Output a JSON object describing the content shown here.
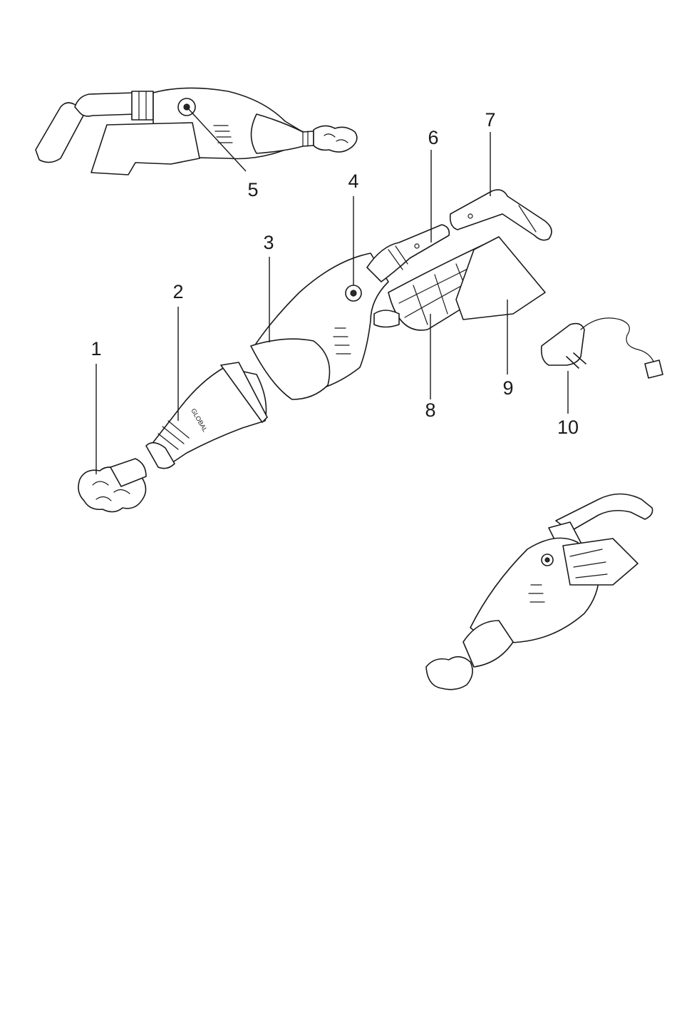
{
  "diagram": {
    "type": "exploded-parts",
    "callouts": [
      "1",
      "2",
      "3",
      "4",
      "5",
      "6",
      "7",
      "8",
      "9",
      "10"
    ]
  },
  "colors": {
    "line": "#1a1a1a",
    "background": "#ffffff"
  }
}
